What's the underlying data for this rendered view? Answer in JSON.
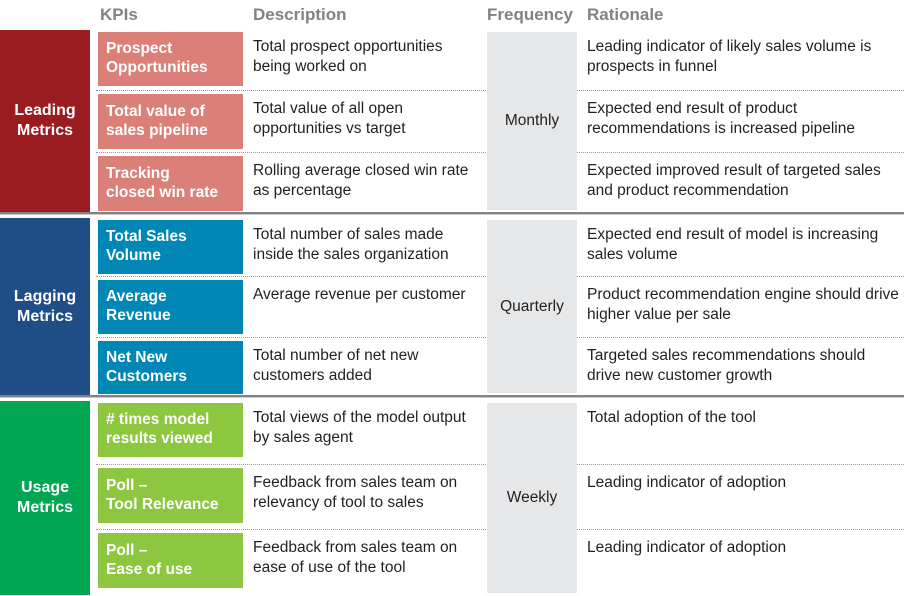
{
  "header": {
    "columns": [
      {
        "key": "kpis",
        "label": "KPIs"
      },
      {
        "key": "description",
        "label": "Description"
      },
      {
        "key": "frequency",
        "label": "Frequency"
      },
      {
        "key": "rationale",
        "label": "Rationale"
      }
    ]
  },
  "colors": {
    "header_text": "#808285",
    "leading_category": "#9B1C20",
    "leading_kpi": "#DB8078",
    "lagging_category": "#1F4E87",
    "lagging_kpi": "#0087B6",
    "usage_category": "#00A651",
    "usage_kpi": "#8DC63F",
    "frequency_block": "#E6E7E8",
    "body_text": "#231F20",
    "divider": "#808285"
  },
  "sections": [
    {
      "id": "leading",
      "category": "Leading\nMetrics",
      "category_line1": "Leading",
      "category_line2": "Metrics",
      "frequency": "Monthly",
      "rows": [
        {
          "kpi_line1": "Prospect",
          "kpi_line2": "Opportunities",
          "description": "Total prospect opportunities being worked on",
          "rationale": "Leading indicator of likely sales volume is prospects in funnel"
        },
        {
          "kpi_line1": "Total value of",
          "kpi_line2": "sales pipeline",
          "description": "Total value of all open opportunities vs target",
          "rationale": "Expected end result of product recommendations is increased pipeline"
        },
        {
          "kpi_line1": "Tracking",
          "kpi_line2": "closed win rate",
          "description": "Rolling average closed win rate as percentage",
          "rationale": "Expected improved result of targeted sales and product recommendation"
        }
      ]
    },
    {
      "id": "lagging",
      "category": "Lagging\nMetrics",
      "category_line1": "Lagging",
      "category_line2": "Metrics",
      "frequency": "Quarterly",
      "rows": [
        {
          "kpi_line1": "Total Sales",
          "kpi_line2": "Volume",
          "description": "Total number of sales made inside the sales organization",
          "rationale": "Expected end result of model is increasing sales volume"
        },
        {
          "kpi_line1": "Average",
          "kpi_line2": "Revenue",
          "description": "Average revenue per customer",
          "rationale": "Product recommendation engine should drive higher value per sale"
        },
        {
          "kpi_line1": "Net New",
          "kpi_line2": "Customers",
          "description": "Total number of net new customers added",
          "rationale": "Targeted sales recommendations should drive new customer growth"
        }
      ]
    },
    {
      "id": "usage",
      "category": "Usage\nMetrics",
      "category_line1": "Usage",
      "category_line2": "Metrics",
      "frequency": "Weekly",
      "rows": [
        {
          "kpi_line1": "# times model",
          "kpi_line2": "results viewed",
          "description": "Total views of the model output by sales agent",
          "rationale": "Total adoption of the tool"
        },
        {
          "kpi_line1": "Poll –",
          "kpi_line2": "Tool Relevance",
          "description": "Feedback from sales team on relevancy of tool to sales",
          "rationale": "Leading indicator of adoption"
        },
        {
          "kpi_line1": "Poll –",
          "kpi_line2": "Ease of use",
          "description": "Feedback from sales team on ease of use of the tool",
          "rationale": "Leading indicator of adoption"
        }
      ]
    }
  ]
}
